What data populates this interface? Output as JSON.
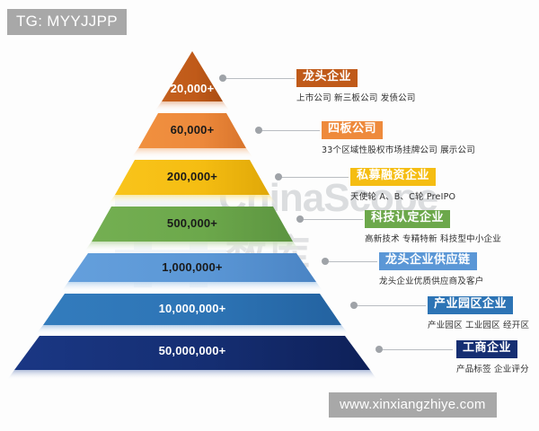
{
  "watermarks": {
    "top_left": "TG: MYYJJPP",
    "bottom_right": "www.xinxiangzhiye.com",
    "background_en": "ChinaScope",
    "background_cn": "数库"
  },
  "chart_data": {
    "type": "pyramid",
    "title": "",
    "levels": [
      {
        "value_label": "20,000+",
        "count": 20000,
        "badge": "龙头企业",
        "sub": "上市公司 新三板公司 发债公司",
        "color": "#C05A19",
        "value_text_color": "#ffffff"
      },
      {
        "value_label": "60,000+",
        "count": 60000,
        "badge": "四板公司",
        "sub": "33个区域性股权市场挂牌公司 展示公司",
        "color": "#EE8A3C",
        "value_text_color": "#1a1a1a"
      },
      {
        "value_label": "200,000+",
        "count": 200000,
        "badge": "私募融资企业",
        "sub": "天使轮 A、B、C轮 PreIPO",
        "color": "#F5BD12",
        "value_text_color": "#1a1a1a"
      },
      {
        "value_label": "500,000+",
        "count": 500000,
        "badge": "科技认定企业",
        "sub": "高新技术 专精特新 科技型中小企业",
        "color": "#6CA84B",
        "value_text_color": "#1a1a1a"
      },
      {
        "value_label": "1,000,000+",
        "count": 1000000,
        "badge": "龙头企业供应链",
        "sub": "龙头企业优质供应商及客户",
        "color": "#5B97D6",
        "value_text_color": "#1a1a1a"
      },
      {
        "value_label": "10,000,000+",
        "count": 10000000,
        "badge": "产业园区企业",
        "sub": "产业园区 工业园区 经开区",
        "color": "#2D74B5",
        "value_text_color": "#ffffff"
      },
      {
        "value_label": "50,000,000+",
        "count": 50000000,
        "badge": "工商企业",
        "sub": "产品标签 企业评分",
        "color": "#152E72",
        "value_text_color": "#ffffff"
      }
    ]
  }
}
